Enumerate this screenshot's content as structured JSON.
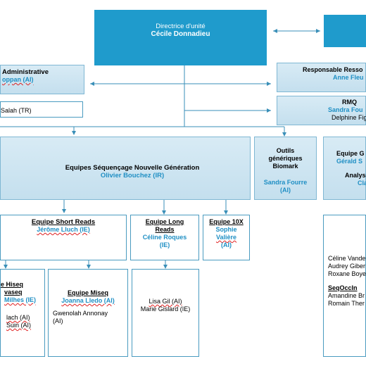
{
  "director": {
    "role": "Directrice d'unité",
    "name": "Cécile Donnadieu"
  },
  "admin": {
    "title": "Administrative",
    "name": "oppan (AI)",
    "member": "Salah (TR)"
  },
  "hr": {
    "title": "Responsable Resso",
    "name": "Anne Fleu"
  },
  "rmq": {
    "title": "RMQ",
    "name1": "Sandra Fou",
    "name2": "Delphine Fig"
  },
  "ngs": {
    "title": "Equipes Séquençage Nouvelle Génération",
    "lead": "Olivier Bouchez (IR)"
  },
  "biomark": {
    "title_lines": [
      "Outils",
      "génériques",
      "Biomark"
    ],
    "lead_lines": [
      "Sandra Fourre",
      "(AI)"
    ]
  },
  "equipe_g": {
    "title": "Equipe G",
    "lead": "Gérald S",
    "sub_title": "Analyse d",
    "sub_lead": "Claire"
  },
  "short_reads": {
    "title": "Equipe Short Reads",
    "lead": "Jérôme Lluch (IE)"
  },
  "long_reads": {
    "title_lines": [
      "Equipe Long",
      "Reads"
    ],
    "lead_lines": [
      "Céline Roques",
      "(IE)"
    ],
    "members": [
      "Lisa Gil (AI)",
      "Marie Gislard (IE)"
    ]
  },
  "tenx": {
    "title": "Equipe 10X",
    "lead_lines": [
      "Sophie",
      "Valière",
      "(AI)"
    ]
  },
  "hiseq": {
    "title_lines": [
      "e Hiseq",
      "vaseq"
    ],
    "lead": "Milhes (IE)",
    "members": [
      "lach (AI)",
      "Suin (AI)"
    ]
  },
  "miseq": {
    "title": "Equipe Miseq",
    "lead": "Joanna Lledo (AI)",
    "members": [
      "Gwenolah Annonay",
      "(AI)"
    ]
  },
  "right_team": {
    "members": [
      "Céline Vande",
      "Audrey Giber",
      "Roxane Boye"
    ],
    "subteam": "SeqOccIn",
    "sub_members": [
      "Amandine Br",
      "Romain Ther"
    ]
  },
  "colors": {
    "dark_box": "#1f9bcc",
    "lead_text": "#1f8fc4",
    "connector": "#2e8cb8"
  }
}
